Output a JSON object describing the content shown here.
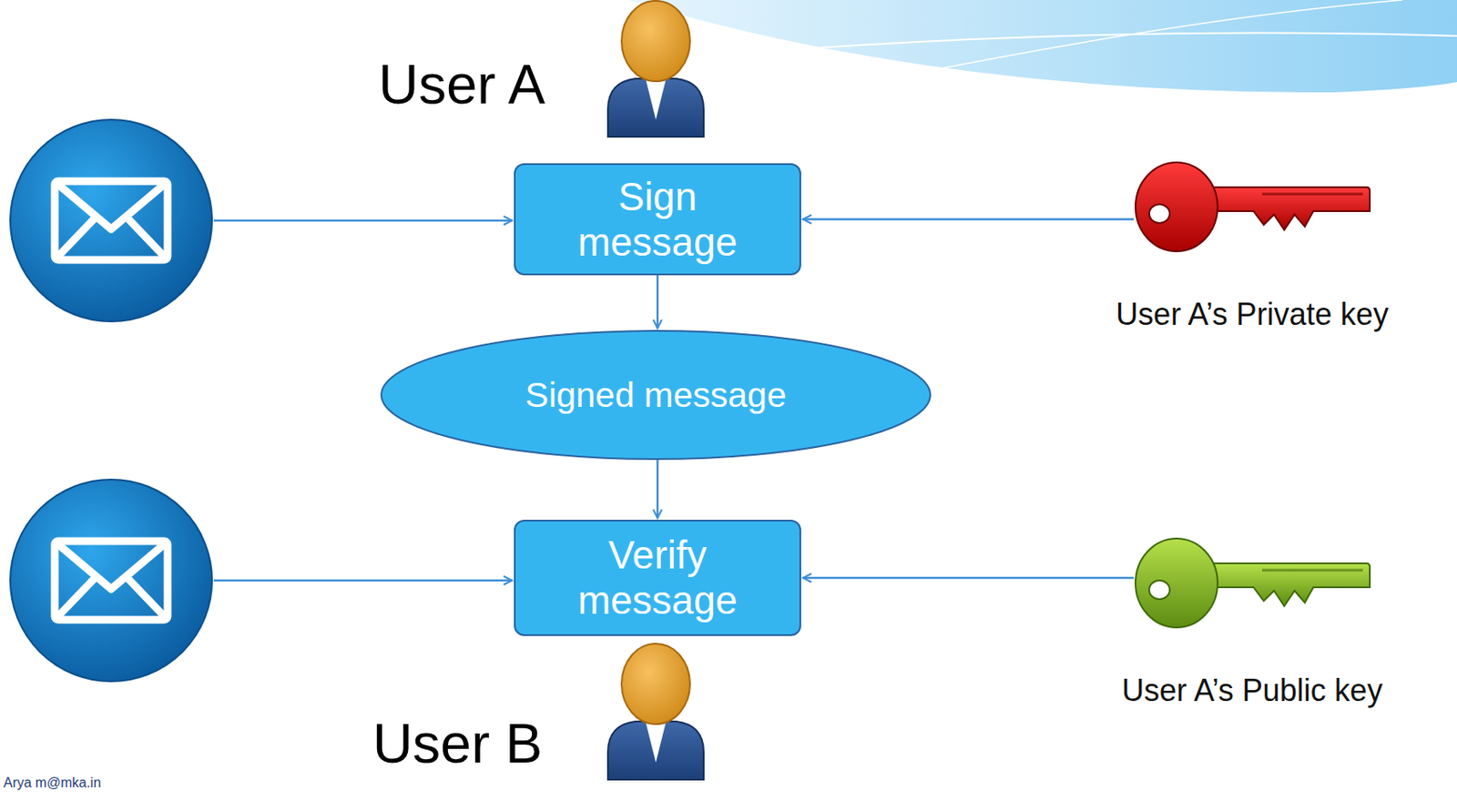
{
  "diagram": {
    "nodes": [
      {
        "text": [
          "Sign message"
        ]
      },
      {
        "text": [
          "User A’s Private key"
        ]
      },
      {
        "text": [
          "Signed message"
        ]
      },
      {
        "text": [
          "Verify message"
        ]
      },
      {
        "text": [
          "User A’s Public key"
        ]
      }
    ],
    "edges": [
      {
        "from": 1,
        "to": 0,
        "arrow": "to"
      },
      {
        "from": 0,
        "to": 2,
        "arrow": "to"
      },
      {
        "from": 2,
        "to": 3,
        "arrow": "to"
      },
      {
        "from": 4,
        "to": 3,
        "arrow": "to"
      }
    ],
    "labels": [
      "User A",
      "User B",
      "Arya m@mka.in"
    ]
  }
}
